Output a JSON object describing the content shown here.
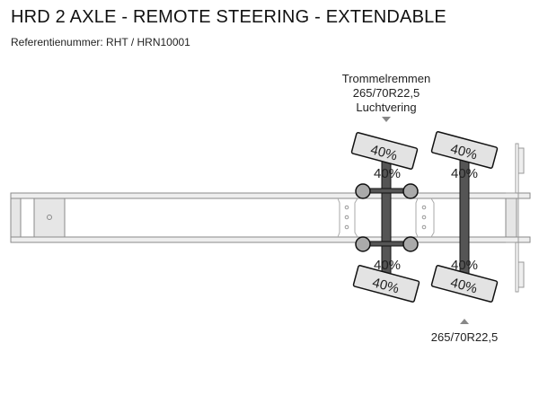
{
  "header": {
    "title": "HRD 2 AXLE - REMOTE STEERING - EXTENDABLE",
    "reference": "Referentienummer: RHT / HRN10001"
  },
  "axle_1": {
    "brakes": "Trommelremmen",
    "tire_size": "265/70R22,5",
    "suspension": "Luchtvering",
    "tire_wear_top_outer": "40%",
    "tire_wear_top_inner": "40%",
    "tire_wear_bottom_inner": "40%",
    "tire_wear_bottom_outer": "40%"
  },
  "axle_2": {
    "tire_size": "265/70R22,5",
    "tire_wear_top_outer": "40%",
    "tire_wear_top_inner": "40%",
    "tire_wear_bottom_inner": "40%",
    "tire_wear_bottom_outer": "40%"
  },
  "colors": {
    "frame": "#e6e6e6",
    "frame_stroke": "#888888",
    "axle": "#555555",
    "tire": "#e3e3e3",
    "hub": "#aaaaaa"
  }
}
